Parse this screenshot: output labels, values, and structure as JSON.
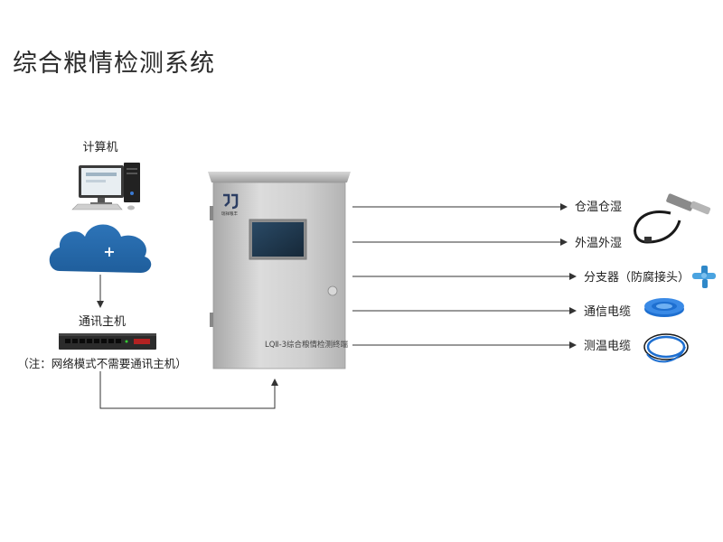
{
  "title": "综合粮情检测系统",
  "left_column": {
    "computer_label": "计算机",
    "host_label": "通讯主机",
    "note": "（注：网络模式不需要通讯主机）"
  },
  "cabinet": {
    "logo_text": "瑞祥粮丰",
    "model_label": "LQⅡ-3综合粮情检测终端"
  },
  "outputs": [
    {
      "label": "仓温仓湿",
      "icon": "humidity-probe-icon"
    },
    {
      "label": "外温外湿",
      "icon": "humidity-probe-icon"
    },
    {
      "label": "分支器（防腐接头）",
      "icon": "branch-connector-icon"
    },
    {
      "label": "通信电缆",
      "icon": "cable-coil-icon"
    },
    {
      "label": "测温电缆",
      "icon": "cable-coil-icon"
    }
  ],
  "colors": {
    "cloud": "#2266a8",
    "cabinet": "#c9c9c9",
    "cable_blue": "#1e6fd0",
    "arrow": "#333333"
  }
}
